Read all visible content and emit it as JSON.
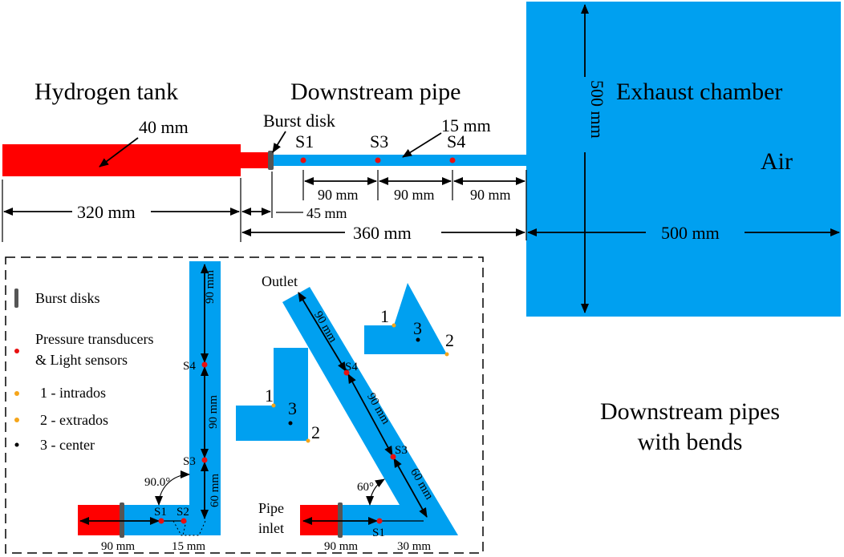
{
  "colors": {
    "hydrogen": "#FF0000",
    "pipe": "#00A0F0",
    "chamber": "#00A0F0",
    "sensor": "#E81010",
    "intrados_extrados": "#F5A51A",
    "center": "#000000",
    "burst_disk": "#555555"
  },
  "top": {
    "hydrogen_tank": "Hydrogen tank",
    "downstream_pipe": "Downstream pipe",
    "exhaust_chamber": "Exhaust chamber",
    "air": "Air",
    "burst_disk": "Burst disk",
    "dia_tank": "40 mm",
    "dia_pipe": "15 mm",
    "s1": "S1",
    "s3": "S3",
    "s4": "S4",
    "d90a": "90 mm",
    "d90b": "90 mm",
    "d90c": "90 mm",
    "d320": "320 mm",
    "d45": "45 mm",
    "d360": "360 mm",
    "d500h": "500 mm",
    "d500v": "500 mm"
  },
  "legend": {
    "burst_disks": "Burst disks",
    "pressure_line1": "Pressure transducers",
    "pressure_line2": "& Light sensors",
    "intrados": "1 - intrados",
    "extrados": "2 - extrados",
    "center": "3 - center"
  },
  "bend90": {
    "d90top": "90 mm",
    "d90mid": "90 mm",
    "d60": "60 mm",
    "angle": "90.0°",
    "s1": "S1",
    "s2": "S2",
    "s3": "S3",
    "s4": "S4",
    "d90bottom": "90 mm",
    "d15": "15 mm"
  },
  "bend60": {
    "outlet": "Outlet",
    "d90top": "90 mm",
    "d90mid": "90 mm",
    "d60": "60 mm",
    "angle": "60°",
    "s1": "S1",
    "s3": "S3",
    "s4": "S4",
    "pipe_inlet1": "Pipe",
    "pipe_inlet2": "inlet",
    "d90bottom": "90 mm",
    "d30": "30 mm"
  },
  "cross_sections": {
    "p1": "1",
    "p2": "2",
    "p3": "3"
  },
  "caption": {
    "line1": "Downstream pipes",
    "line2": "with bends"
  }
}
